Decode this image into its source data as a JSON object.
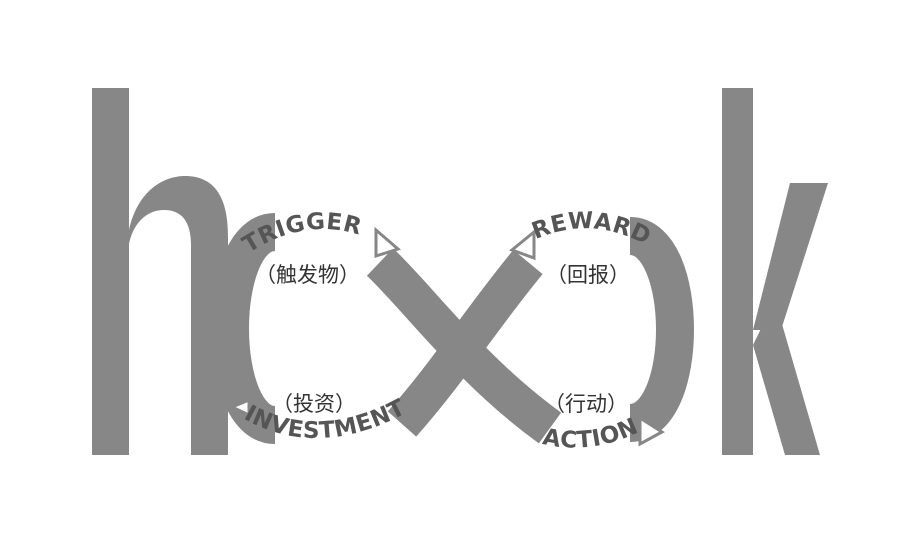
{
  "diagram": {
    "word": [
      "h",
      "k"
    ],
    "color": "#878787",
    "stages": [
      {
        "id": "trigger",
        "label": "TRIGGER",
        "subtitle": "（触发物）"
      },
      {
        "id": "action",
        "label": "ACTION",
        "subtitle": "（行动）"
      },
      {
        "id": "reward",
        "label": "REWARD",
        "subtitle": "（回报）"
      },
      {
        "id": "investment",
        "label": "INVESTMENT",
        "subtitle": "（投资）"
      }
    ]
  }
}
